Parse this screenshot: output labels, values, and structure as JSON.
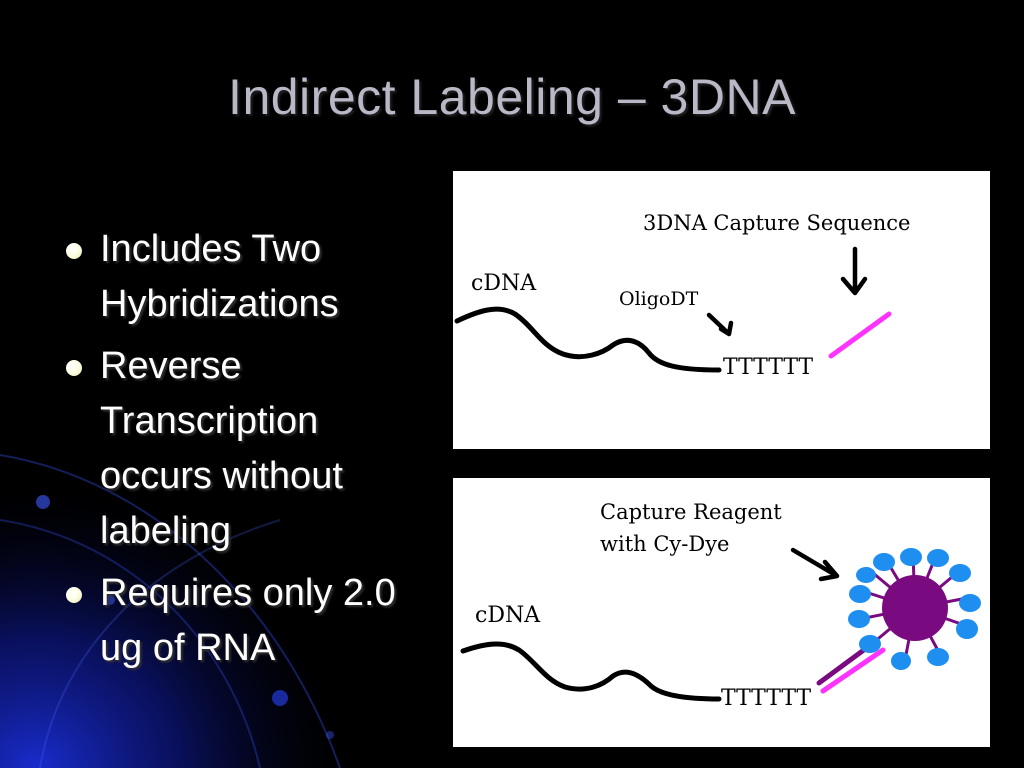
{
  "slide": {
    "title": "Indirect Labeling – 3DNA",
    "bullets": [
      {
        "text": "Includes Two Hybridizations"
      },
      {
        "text": "Reverse Transcription occurs without labeling"
      },
      {
        "text": "Requires only 2.0 ug of RNA"
      }
    ]
  },
  "diagram_top": {
    "cdna_label": "cDNA",
    "oligodt_label": "OligoDT",
    "poly_t_label": "TTTTTT",
    "capture_sequence_label": "3DNA Capture Sequence"
  },
  "diagram_bottom": {
    "cdna_label": "cDNA",
    "poly_t_label": "TTTTTT",
    "capture_reagent_line1": "Capture Reagent",
    "capture_reagent_line2": "with Cy-Dye"
  },
  "colors": {
    "background": "#000000",
    "title_text": "#b8b8c6",
    "bullet_text": "#ffffff",
    "capture_strand": "#ff33ff",
    "dye_core": "#7a0a80",
    "dye_spheres": "#1e8ff0"
  }
}
